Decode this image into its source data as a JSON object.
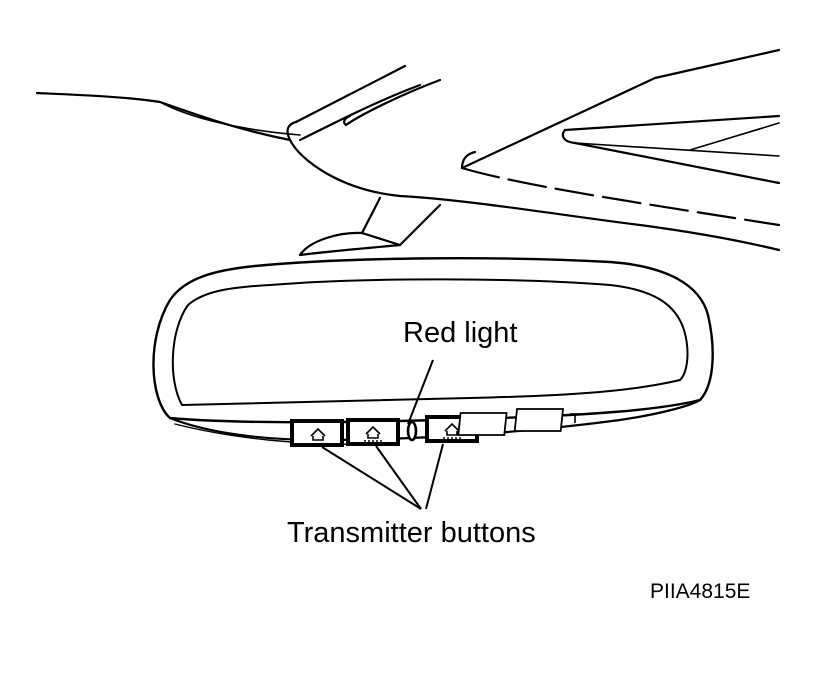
{
  "labels": {
    "red_light": "Red light",
    "transmitter_buttons": "Transmitter buttons",
    "figure_code": "PIIA4815E"
  },
  "colors": {
    "ink": "#000000",
    "background": "#ffffff"
  },
  "icons": {
    "transmitter_button_1": "garage-home-icon",
    "transmitter_button_2": "garage-home-icon",
    "transmitter_button_3": "garage-home-icon",
    "round_button": "oval-button-icon",
    "power_button": "power-icon",
    "antenna_button": "antenna-icon"
  }
}
